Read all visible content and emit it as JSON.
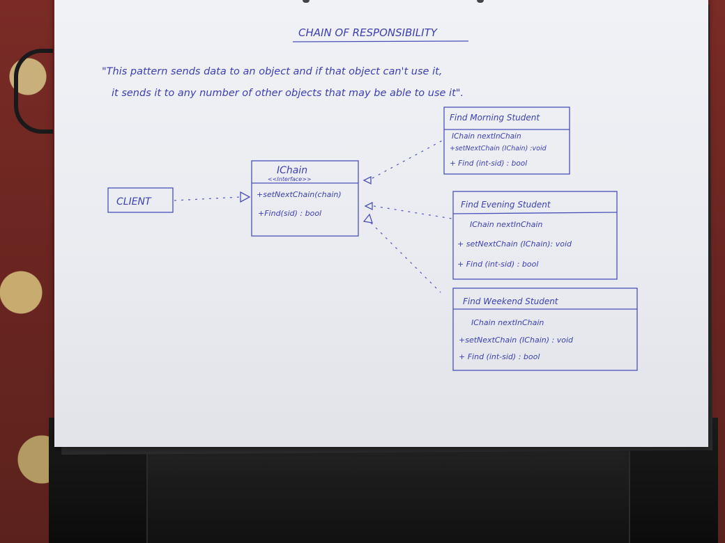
{
  "title": "CHAIN OF RESPONSIBILITY",
  "quote": {
    "line1": "\"This pattern sends data to an object and if that object can't use it,",
    "line2": "it sends it to any number of other objects that may be able to use it\"."
  },
  "client": {
    "label": "CLIENT"
  },
  "interface": {
    "name": "IChain",
    "stereotype": "<<Interface>>",
    "methods": [
      "+setNextChain(chain)",
      "+Find(sid) : bool"
    ]
  },
  "handlers": [
    {
      "name": "Find Morning Student",
      "attribute": "IChain nextInChain",
      "methods": [
        "+setNextChain (IChain) :void",
        "+ Find (int-sid) : bool"
      ]
    },
    {
      "name": "Find Evening Student",
      "attribute": "IChain nextInChain",
      "methods": [
        "+ setNextChain (IChain): void",
        "+ Find (int-sid) : bool"
      ]
    },
    {
      "name": "Find Weekend Student",
      "attribute": "IChain nextInChain",
      "methods": [
        "+setNextChain (IChain) : void",
        "+ Find (int-sid) : bool"
      ]
    }
  ],
  "colors": {
    "ink": "#3b3fb0",
    "paper": "#eceef3"
  }
}
